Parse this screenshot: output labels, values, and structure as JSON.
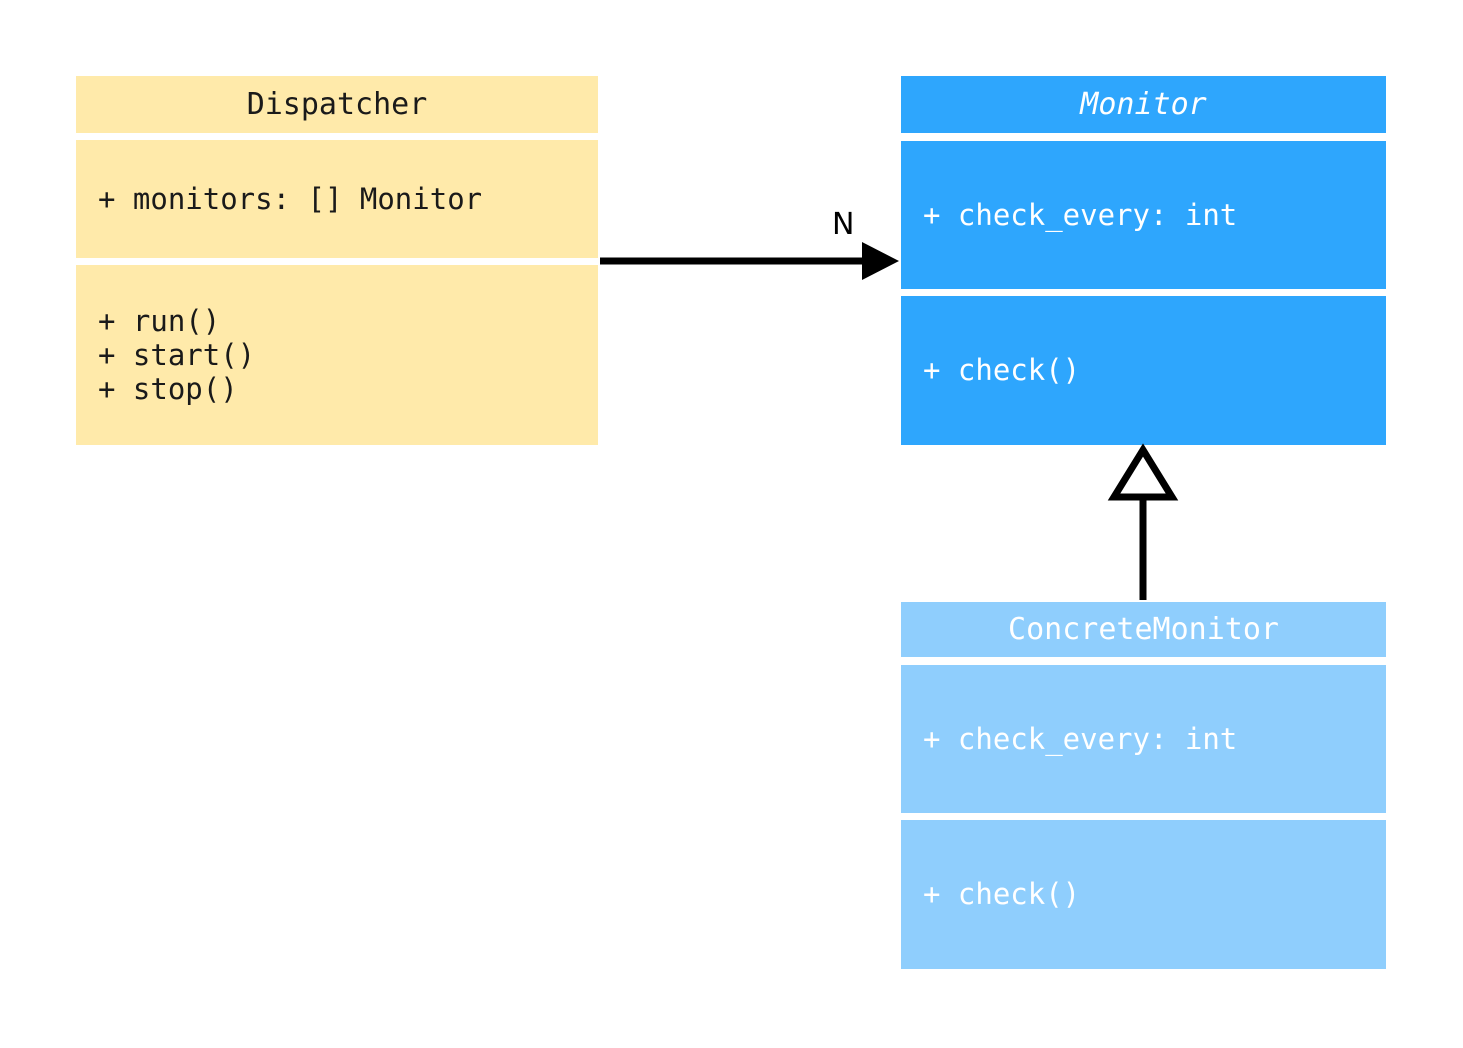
{
  "diagram": {
    "type": "uml-class-diagram",
    "background": "#ffffff",
    "classes": [
      {
        "id": "dispatcher",
        "name": "Dispatcher",
        "abstract": false,
        "fill": "#ffeaaa",
        "text_color": "#1a1a1a",
        "attributes": [
          "+ monitors: [] Monitor"
        ],
        "operations": [
          "+ run()",
          "+ start()",
          "+ stop()"
        ]
      },
      {
        "id": "monitor",
        "name": "Monitor",
        "abstract": true,
        "fill": "#2ea6fd",
        "text_color": "#ffffff",
        "attributes": [
          "+ check_every: int"
        ],
        "operations": [
          "+ check()"
        ]
      },
      {
        "id": "concrete_monitor",
        "name": "ConcreteMonitor",
        "abstract": false,
        "fill": "#8fcefd",
        "text_color": "#ffffff",
        "attributes": [
          "+ check_every: int"
        ],
        "operations": [
          "+ check()"
        ]
      }
    ],
    "relationships": [
      {
        "id": "dispatcher-to-monitor",
        "kind": "association",
        "from": "Dispatcher",
        "to": "Monitor",
        "label": "N",
        "arrow": "filled-triangle",
        "line": "solid",
        "color": "#000000"
      },
      {
        "id": "concrete-to-monitor",
        "kind": "generalization",
        "from": "ConcreteMonitor",
        "to": "Monitor",
        "label": "",
        "arrow": "hollow-triangle",
        "line": "solid",
        "color": "#000000"
      }
    ]
  }
}
